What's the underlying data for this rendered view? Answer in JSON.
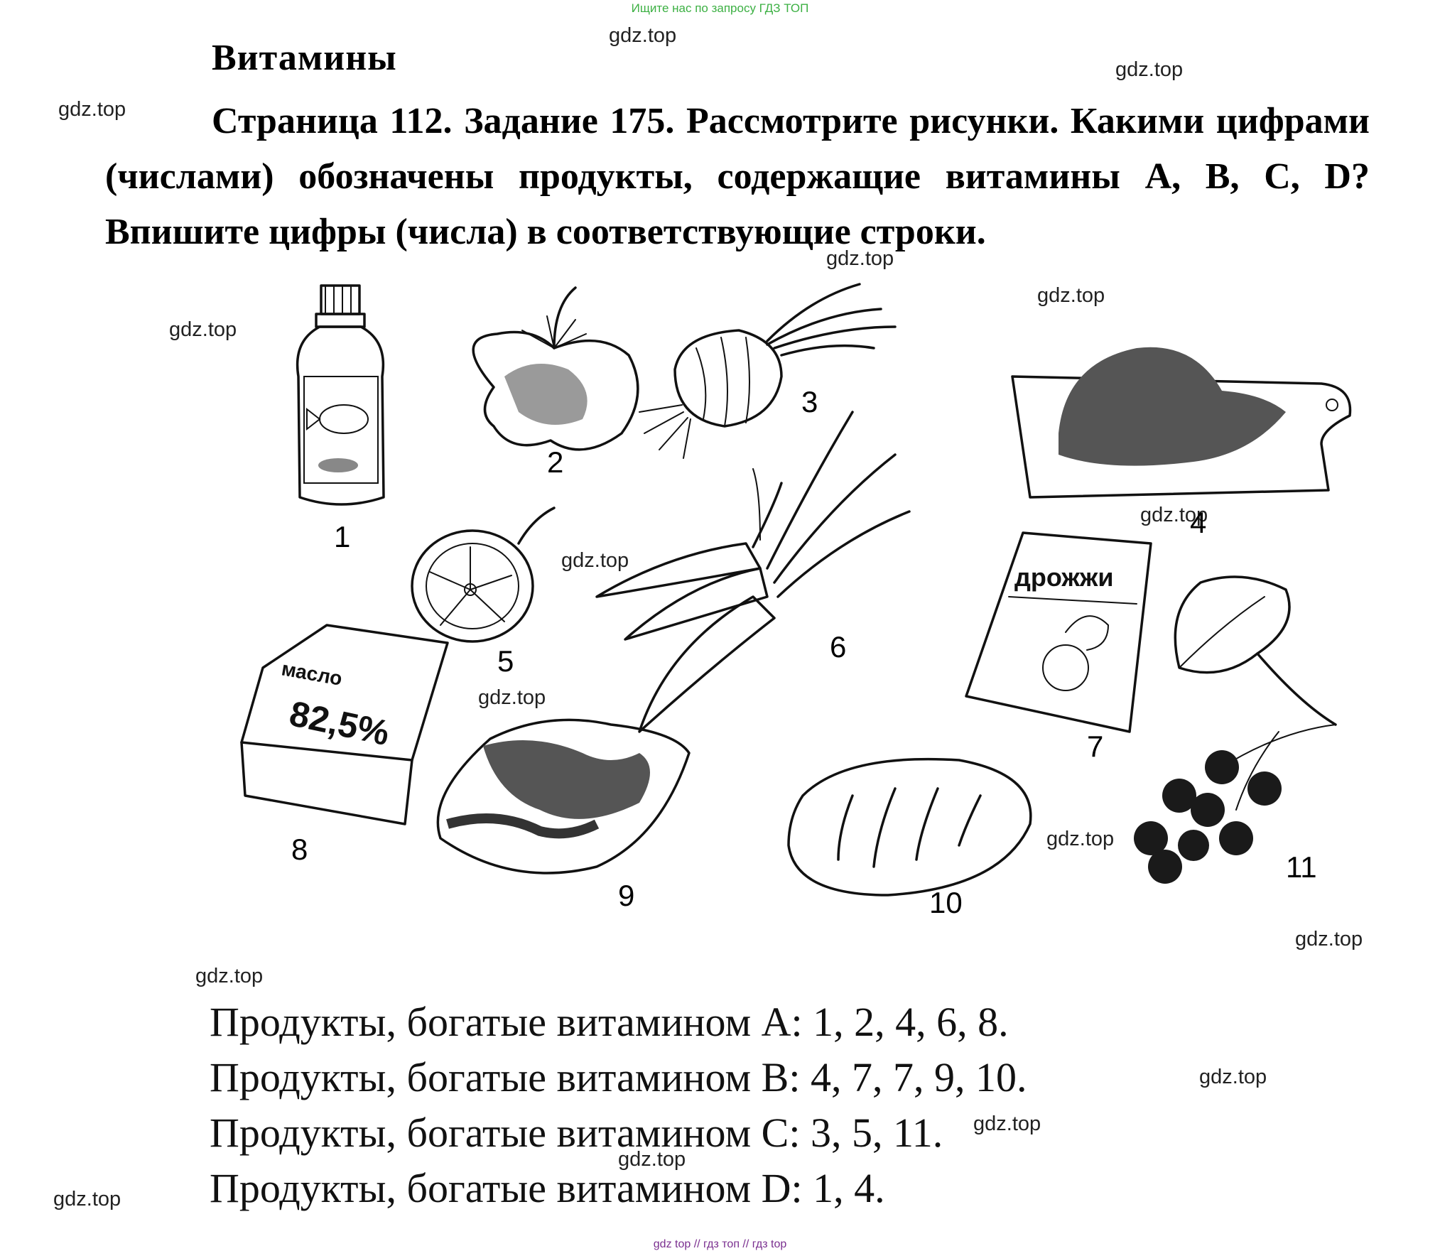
{
  "top_link": "Ищите нас по запросу ГДЗ ТОП",
  "section_title": "Витамины",
  "task_text": "Страница 112. Задание 175. Рассмотрите рисунки. Какими цифрами (числами) обозначены продукты, содержащие витамины A, B, C, D? Впишите цифры (числа) в соответствующие строки.",
  "watermark": "gdz.top",
  "illustration": {
    "labels": [
      "1",
      "2",
      "3",
      "4",
      "5",
      "6",
      "7",
      "8",
      "9",
      "10",
      "11"
    ],
    "package_texts": {
      "butter_brand": "масло",
      "butter_percent": "82,5%",
      "yeast": "дрожжи"
    }
  },
  "answers": [
    "Продукты, богатые витамином A: 1, 2, 4, 6, 8.",
    "Продукты, богатые витамином B: 4, 7, 7, 9, 10.",
    "Продукты, богатые витамином C: 3, 5, 11.",
    "Продукты, богатые витамином D: 1, 4."
  ],
  "footer": "gdz top  //  гдз топ  //  гдз top"
}
